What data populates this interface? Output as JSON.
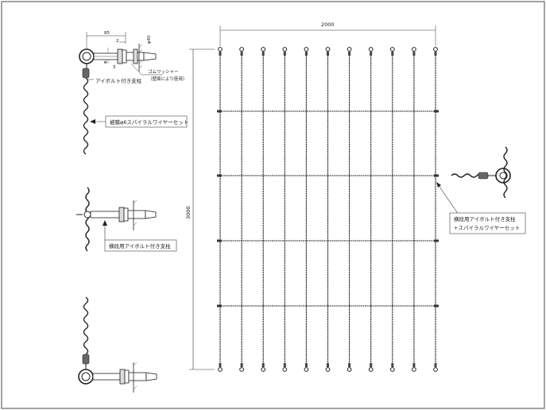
{
  "dimensions": {
    "width": "2000",
    "height": "3000",
    "eye_offset": "85",
    "eye_ring": "φ40",
    "shaft": "φ14",
    "small_2": "2",
    "small_3": "3"
  },
  "labels": {
    "rubber_washer": "ゴムワッシャー",
    "rubber_washer_note": "（壁面により座用）",
    "eyebolt_post": "アイボルト付き支柱",
    "spiral_wire": "被膜φ6スパイラルワイヤーセット",
    "horizontal_post": "横段用アイボルト付き支柱",
    "right_note_line1": "横段用アイボルト付き支柱",
    "right_note_line2": "+スパイラルワイヤーセット"
  },
  "colors": {
    "line": "#333333",
    "wire": "#2f2f2f",
    "accent": "#555555"
  },
  "icons": {
    "eye_bolt": "eye-bolt-icon",
    "spiral": "spiral-wire-icon"
  }
}
